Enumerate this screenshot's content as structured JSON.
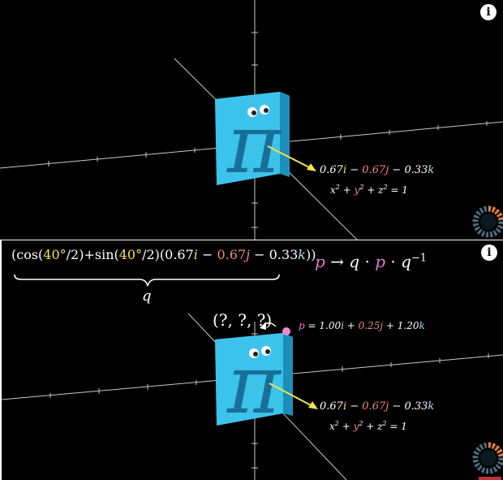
{
  "top": {
    "vector_label": {
      "a": "0.67",
      "i": "i",
      "m1": " − ",
      "b": "0.67",
      "j": "j",
      "m2": " − 0.33",
      "k": "k"
    },
    "sphere_eq": {
      "x": "x",
      "p1": " + ",
      "y": "y",
      "p2": " + ",
      "z": "z",
      "eq": " = 1"
    },
    "pi_glyph": "π",
    "info_icon": "i"
  },
  "bottom": {
    "quaternion": {
      "open": "(cos(",
      "angle1": "40°",
      "mid1": "/2)+sin(",
      "angle2": "40°",
      "mid2": "/2)(0.67",
      "i": "i",
      "minus": " − ",
      "b": "0.67",
      "j": "j",
      "rest": " − 0.33",
      "k": "k",
      "close": "))"
    },
    "q_label": "q",
    "rotation_formula": {
      "p": "p",
      "arrow": " → ",
      "q1": "q",
      "dot1": " · ",
      "p2": "p",
      "dot2": " · ",
      "q2": "q",
      "exp": "−1"
    },
    "unknown_point": "(?, ?, ?)",
    "point_label": {
      "p": "p",
      "eq": " = 1.00",
      "i": "i",
      "plus1": " + ",
      "b": "0.25",
      "j": "j",
      "plus2": " + 1.20",
      "k": "k"
    },
    "vector_label": {
      "a": "0.67",
      "i": "i",
      "m1": " − ",
      "b": "0.67",
      "j": "j",
      "m2": " − 0.33",
      "k": "k"
    },
    "sphere_eq": {
      "x": "x",
      "p1": " + ",
      "y": "y",
      "p2": " + ",
      "z": "z",
      "eq": " = 1"
    },
    "pi_glyph": "π",
    "info_icon": "i"
  },
  "colors": {
    "background": "#000000",
    "axis": "#c8c8c8",
    "pi_block": "#3cc3ec",
    "pi_block_dark": "#1c8fb8",
    "pi_glyph": "#1a6f98",
    "vector": "#f5e24a",
    "i_color": "#f5e24a",
    "j_color": "#f08a7a",
    "k_color": "#a8e0ee",
    "p_color": "#e27ad6",
    "angle_color": "#f5e24a",
    "point": "#f08ad0",
    "text": "#ffffff"
  }
}
